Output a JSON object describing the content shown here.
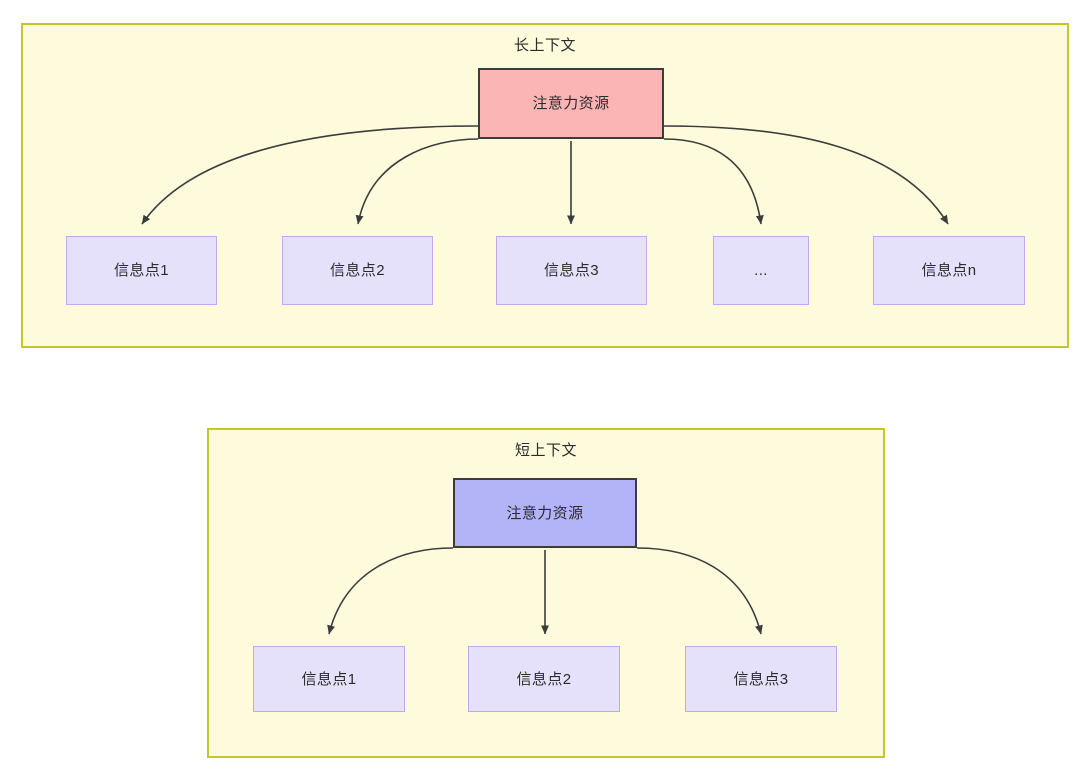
{
  "diagram": {
    "title_long": "长上下文",
    "title_short": "短上下文",
    "colors": {
      "frame_fill": "#fdfbdc",
      "frame_border": "#c5c62b",
      "attention_long_fill": "#fcb5b5",
      "attention_short_fill": "#b3b3f7",
      "node_dark_border": "#3c3c3c",
      "info_fill": "#e6e1fb",
      "info_border": "#c3a9e8",
      "edge_stroke": "#3c3c3c",
      "text": "#2b2b2b"
    },
    "long_context": {
      "root_label": "注意力资源",
      "leaves": [
        {
          "label": "信息点1"
        },
        {
          "label": "信息点2"
        },
        {
          "label": "信息点3"
        },
        {
          "label": "..."
        },
        {
          "label": "信息点n"
        }
      ]
    },
    "short_context": {
      "root_label": "注意力资源",
      "leaves": [
        {
          "label": "信息点1"
        },
        {
          "label": "信息点2"
        },
        {
          "label": "信息点3"
        }
      ]
    }
  }
}
